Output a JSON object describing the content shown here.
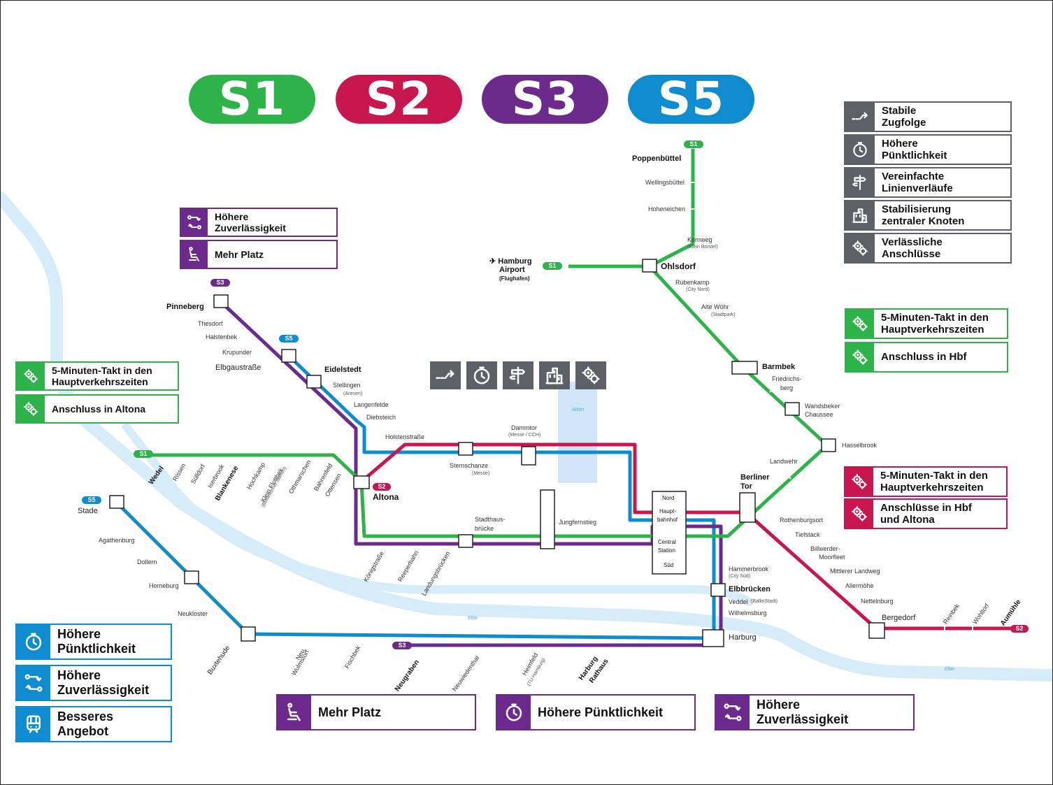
{
  "colors": {
    "s1": "#2db34a",
    "s2": "#c8174f",
    "s3": "#6b2a8c",
    "s5": "#0e8ccf",
    "grey": "#5e6067",
    "river": "#d7ecf9"
  },
  "lines": [
    {
      "id": "s1",
      "label": "S1"
    },
    {
      "id": "s2",
      "label": "S2"
    },
    {
      "id": "s3",
      "label": "S3"
    },
    {
      "id": "s5",
      "label": "S5"
    }
  ],
  "legend_grey": [
    {
      "icon": "track-switch-icon",
      "text": "Stabile\nZugfolge"
    },
    {
      "icon": "stopwatch-icon",
      "text": "Höhere\nPünktlichkeit"
    },
    {
      "icon": "signpost-icon",
      "text": "Vereinfachte\nLinienverläufe"
    },
    {
      "icon": "station-building-icon",
      "text": "Stabilisierung\nzentraler Knoten"
    },
    {
      "icon": "gears-icon",
      "text": "Verlässliche\nAnschlüsse"
    }
  ],
  "s1_info": [
    {
      "icon": "gears-icon",
      "text": "5-Minuten-Takt in den\nHauptverkehrszeiten"
    },
    {
      "icon": "gears-icon",
      "text": "Anschluss in Hbf"
    }
  ],
  "s2_info": [
    {
      "icon": "gears-icon",
      "text": "5-Minuten-Takt in den\nHauptverkehrszeiten"
    },
    {
      "icon": "gears-icon",
      "text": "Anschlüsse in Hbf\nund Altona"
    }
  ],
  "s3_top_info": [
    {
      "icon": "reliability-arrows-icon",
      "text": "Höhere\nZuverlässigkeit"
    },
    {
      "icon": "seat-icon",
      "text": "Mehr Platz"
    }
  ],
  "s1_left_info": [
    {
      "icon": "gears-icon",
      "text": "5-Minuten-Takt in den\nHauptverkehrszeiten"
    },
    {
      "icon": "gears-icon",
      "text": "Anschluss in Altona"
    }
  ],
  "s5_info": [
    {
      "icon": "stopwatch-icon",
      "text": "Höhere\nPünktlichkeit"
    },
    {
      "icon": "reliability-arrows-icon",
      "text": "Höhere\nZuverlässigkeit"
    },
    {
      "icon": "train-icon",
      "text": "Besseres\nAngebot"
    }
  ],
  "s3_bottom_info": [
    {
      "icon": "seat-icon",
      "text": "Mehr Platz"
    },
    {
      "icon": "stopwatch-icon",
      "text": "Höhere Pünktlichkeit"
    },
    {
      "icon": "reliability-arrows-icon",
      "text": "Höhere\nZuverlässigkeit"
    }
  ],
  "center_icons": [
    "track-switch-icon",
    "stopwatch-icon",
    "signpost-icon",
    "station-building-icon",
    "gears-icon"
  ],
  "line_tags": {
    "s1_top": "S1",
    "s1_airport": "S1",
    "s1_wedel": "S1",
    "s3_pinneberg": "S3",
    "s5_elbgau": "S5",
    "s5_stade": "S5",
    "s2_altona": "S2",
    "s2_aumuehle": "S2",
    "s3_harburg": "S3"
  },
  "water": {
    "alster": "Alster",
    "elbe": "Elbe"
  },
  "stations": {
    "poppenbuettel": "Poppenbüttel",
    "wellingsbuettel": "Wellingsbüttel",
    "hoheneichen": "Hoheneichen",
    "kornweg": "Kornweg",
    "kornweg_sub": "(Klein Borstel)",
    "ohlsdorf": "Ohlsdorf",
    "airport_arrow": "✈ Hamburg",
    "airport2": "Airport",
    "airport3": "(Flughafen)",
    "ruebenkamp": "Rübenkamp",
    "ruebenkamp_sub": "(City Nord)",
    "altewoehr": "Alte Wöhr",
    "altewoehr_sub": "(Stadtpark)",
    "barmbek": "Barmbek",
    "friedrichsberg1": "Friedrichs-",
    "friedrichsberg2": "berg",
    "wandsbeker1": "Wandsbeker",
    "wandsbeker2": "Chaussee",
    "hasselbrook": "Hasselbrook",
    "landwehr": "Landwehr",
    "berlinertor1": "Berliner",
    "berlinertor2": "Tor",
    "rothenburgsort": "Rothenburgsort",
    "tiefstack": "Tiefstack",
    "billwerder1": "Billwerder-",
    "billwerder2": "Moorfleet",
    "mittlerer": "Mittlerer Landweg",
    "allermoehe": "Allermöhe",
    "nettelnburg": "Nettelnburg",
    "bergedorf": "Bergedorf",
    "reinbek": "Reinbek",
    "wohltorf": "Wohltorf",
    "aumuehle": "Aumühle",
    "pinneberg": "Pinneberg",
    "thesdorf": "Thesdorf",
    "halstenbek": "Halstenbek",
    "krupunder": "Krupunder",
    "elbgaustrasse": "Elbgaustraße",
    "eidelstedt": "Eidelstedt",
    "stellingen": "Stellingen",
    "stellingen_sub": "(Arenen)",
    "langenfelde": "Langenfelde",
    "diebsteich": "Diebsteich",
    "holstenstrasse": "Holstenstraße",
    "dammtor": "Dammtor",
    "dammtor_sub": "(Messe / CCH)",
    "sternschanze": "Sternschanze",
    "sternschanze_sub": "(Messe)",
    "altona": "Altona",
    "stadthaus1": "Stadthaus-",
    "stadthaus2": "brücke",
    "jungfernstieg": "Jungfernstieg",
    "hbf_nord": "Nord",
    "hbf1": "Haupt-",
    "hbf2": "bahnhof",
    "hbf3": "Central",
    "hbf4": "Station",
    "hbf_sued": "Süd",
    "hammerbrook": "Hammerbrook",
    "hammerbrook_sub": "(City Süd)",
    "elbbruecken": "Elbbrücken",
    "veddel": "Veddel",
    "veddel_sub": "(BallinStadt)",
    "wilhelmsburg": "Wilhelmsburg",
    "harburg": "Harburg",
    "wedel": "Wedel",
    "rissen": "Rissen",
    "suelldorf": "Sülldorf",
    "iserbrook": "Iserbrook",
    "blankenese": "Blankenese",
    "hochkamp": "Hochkamp",
    "kleinflottbek1": "Klein Flottbek",
    "kleinflottbek2": "(Botanischer Garten)",
    "othmarschen": "Othmarschen",
    "bahrenfeld": "Bahrenfeld",
    "ottensen": "Ottensen",
    "koenigstrasse": "Königstraße",
    "reeperbahn": "Reeperbahn",
    "landungsbruecken": "Landungsbrücken",
    "stade": "Stade",
    "agathenburg": "Agathenburg",
    "dollern": "Dollern",
    "horneburg": "Horneburg",
    "neukloster": "Neukloster",
    "buxtehude": "Buxtehude",
    "neuwulmstorf1": "Neu",
    "neuwulmstorf2": "Wulmstorf",
    "fischbek": "Fischbek",
    "neugraben": "Neugraben",
    "neuwiedenthal": "Neuwiedenthal",
    "heimfeld1": "Heimfeld",
    "heimfeld2": "(TU Hamburg)",
    "harburgrathaus1": "Harburg",
    "harburgrathaus2": "Rathaus"
  }
}
